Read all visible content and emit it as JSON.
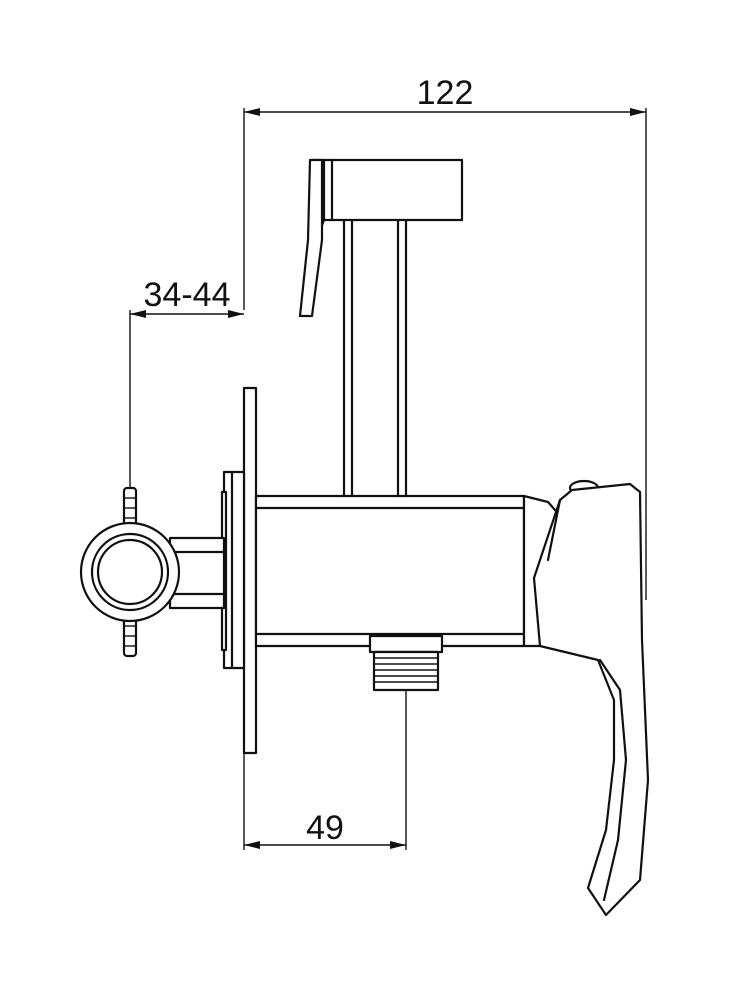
{
  "dimensions": {
    "overall_width": "122",
    "wall_depth": "34-44",
    "outlet_offset": "49"
  },
  "colors": {
    "line": "#111111",
    "background": "#ffffff"
  }
}
